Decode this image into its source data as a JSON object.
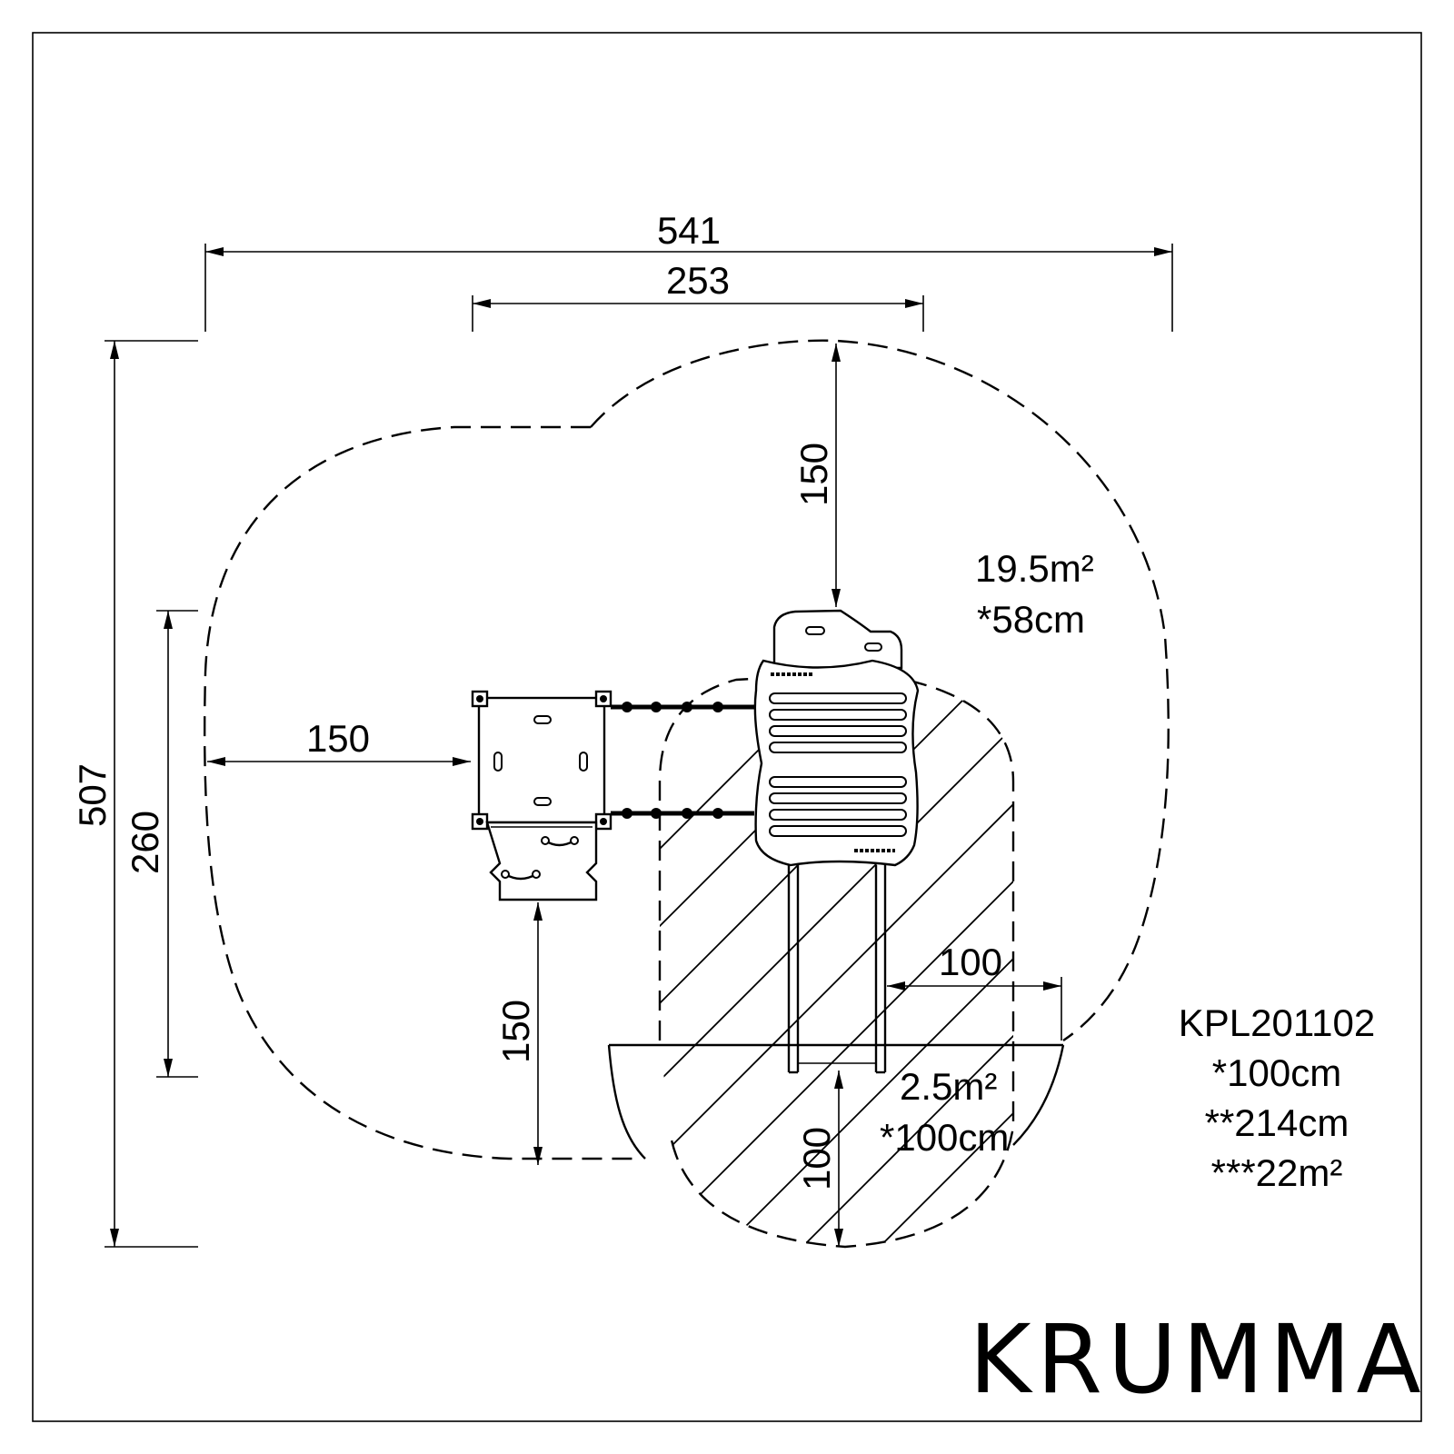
{
  "dimensions": {
    "overall_width": "541",
    "inner_width": "253",
    "overall_depth": "507",
    "equipment_depth": "260",
    "left_clearance": "150",
    "top_clearance": "150",
    "bottom_clearance": "150",
    "slide_side_clearance": "100",
    "slide_end_clearance": "100"
  },
  "zones": {
    "main_area": "19.5m²",
    "main_fall_height": "*58cm",
    "slide_area": "2.5m²",
    "slide_fall_height": "*100cm"
  },
  "product": {
    "code": "KPL201102",
    "free_fall_height": "*100cm",
    "total_height": "**214cm",
    "total_area": "***22m²"
  },
  "brand": "KRUMMA"
}
